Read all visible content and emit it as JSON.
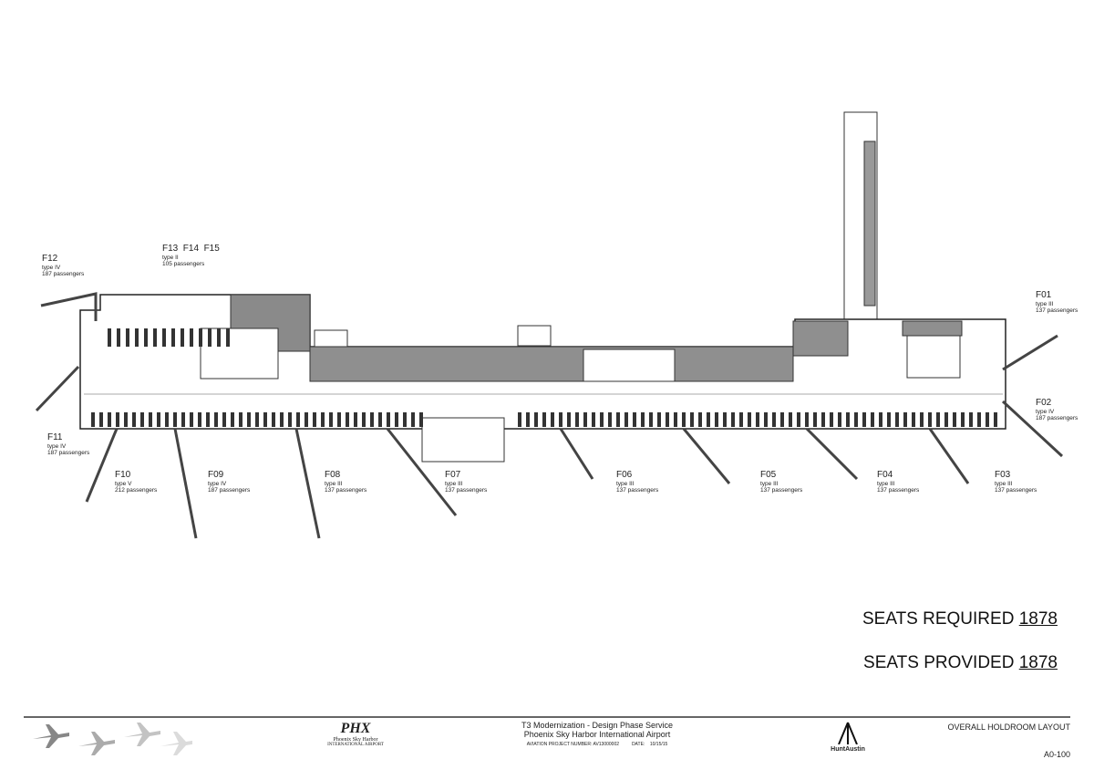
{
  "gates": [
    {
      "id": "F12",
      "type": "type IV",
      "pax": "187 passengers"
    },
    {
      "id": "F13  F14  F15",
      "type": "type II",
      "pax": "105 passengers"
    },
    {
      "id": "F01",
      "type": "type III",
      "pax": "137 passengers"
    },
    {
      "id": "F02",
      "type": "type IV",
      "pax": "187 passengers"
    },
    {
      "id": "F11",
      "type": "type IV",
      "pax": "187 passengers"
    },
    {
      "id": "F10",
      "type": "type V",
      "pax": "212 passengers"
    },
    {
      "id": "F09",
      "type": "type IV",
      "pax": "187 passengers"
    },
    {
      "id": "F08",
      "type": "type III",
      "pax": "137 passengers"
    },
    {
      "id": "F07",
      "type": "type III",
      "pax": "137 passengers"
    },
    {
      "id": "F06",
      "type": "type III",
      "pax": "137 passengers"
    },
    {
      "id": "F05",
      "type": "type III",
      "pax": "137 passengers"
    },
    {
      "id": "F04",
      "type": "type III",
      "pax": "137 passengers"
    },
    {
      "id": "F03",
      "type": "type III",
      "pax": "137 passengers"
    }
  ],
  "summary": {
    "required_label": "SEATS REQUIRED",
    "required": "1878",
    "provided_label": "SEATS PROVIDED",
    "provided": "1878"
  },
  "title_block": {
    "logo": "PHX",
    "logo_sub1": "Phoenix Sky Harbor",
    "logo_sub2": "INTERNATIONAL AIRPORT",
    "project": "T3 Modernization - Design Phase Service",
    "airport": "Phoenix Sky Harbor International Airport",
    "project_number": "AVIATION PROJECT NUMBER: AV13000002",
    "date": "DATE:    10/15/15",
    "firm": "HuntAustin",
    "sheet_title": "OVERALL HOLDROOM LAYOUT",
    "sheet_number": "A0-100"
  }
}
